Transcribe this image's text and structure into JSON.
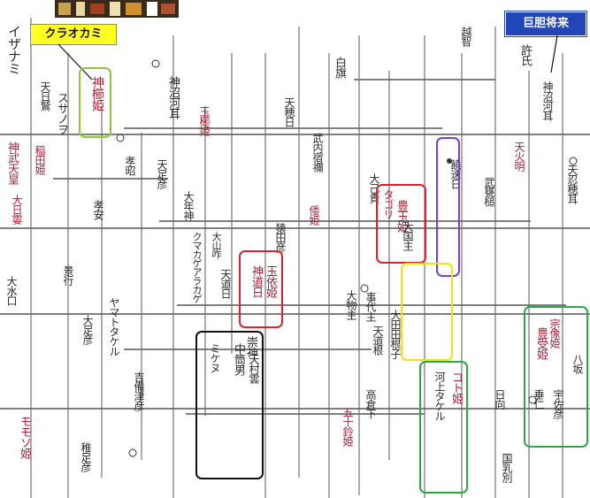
{
  "tags": {
    "left_label": "クラオカミ",
    "right_label": "巨胆将来"
  },
  "colors": {
    "callout_yellow": "#ffff22",
    "callout_blue": "#2245b8",
    "box_green": "#8cc63f",
    "box_red": "#e0202a",
    "box_purple": "#7a3ec8",
    "box_yellow": "#f2e21a",
    "box_black": "#111111",
    "box_dark_green": "#2aa84a",
    "ink_dark": "#2a2a2a",
    "ink_red": "#b0203a"
  },
  "names": [
    {
      "id": "n1",
      "text": "イザナミ",
      "cls": "dark"
    },
    {
      "id": "n2",
      "text": "神櫛姫",
      "cls": "red"
    },
    {
      "id": "n3",
      "text": "天日鷲",
      "cls": "dark"
    },
    {
      "id": "n4",
      "text": "スサノヲ",
      "cls": "dark"
    },
    {
      "id": "n5",
      "text": "神武天皇",
      "cls": "red"
    },
    {
      "id": "n6",
      "text": "稲田姫",
      "cls": "red"
    },
    {
      "id": "n7",
      "text": "大日孁",
      "cls": "red"
    },
    {
      "id": "n8",
      "text": "神沼河耳",
      "cls": "dark"
    },
    {
      "id": "n9",
      "text": "孝昭",
      "cls": "dark"
    },
    {
      "id": "n10",
      "text": "孝安",
      "cls": "dark"
    },
    {
      "id": "n11",
      "text": "天足彦",
      "cls": "dark"
    },
    {
      "id": "n12",
      "text": "玉櫛姫",
      "cls": "red"
    },
    {
      "id": "n13",
      "text": "大年神",
      "cls": "dark"
    },
    {
      "id": "n14",
      "text": "クマカゲアラカゲ",
      "cls": "dark"
    },
    {
      "id": "n15",
      "text": "大山咋",
      "cls": "dark"
    },
    {
      "id": "n16",
      "text": "天道日",
      "cls": "dark"
    },
    {
      "id": "n17",
      "text": "神道日",
      "cls": "red"
    },
    {
      "id": "n18",
      "text": "玉依姫",
      "cls": "red"
    },
    {
      "id": "n19",
      "text": "豊玉姫",
      "cls": "red"
    },
    {
      "id": "n20",
      "text": "大己貴",
      "cls": "dark"
    },
    {
      "id": "n21",
      "text": "タゴリ",
      "cls": "red"
    },
    {
      "id": "n22",
      "text": "事代主",
      "cls": "dark"
    },
    {
      "id": "n23",
      "text": "大物主",
      "cls": "dark"
    },
    {
      "id": "n24",
      "text": "白旗",
      "cls": "dark"
    },
    {
      "id": "n25",
      "text": "越智",
      "cls": "dark"
    },
    {
      "id": "n26",
      "text": "許氏",
      "cls": "dark"
    },
    {
      "id": "n27",
      "text": "神沼河耳",
      "cls": "dark"
    },
    {
      "id": "n28",
      "text": "天忍穂耳",
      "cls": "dark"
    },
    {
      "id": "n29",
      "text": "天火明",
      "cls": "red"
    },
    {
      "id": "n30",
      "text": "大田田根子",
      "cls": "dark"
    },
    {
      "id": "n31",
      "text": "ミケヌ",
      "cls": "dark"
    },
    {
      "id": "n32",
      "text": "中筒男",
      "cls": "dark"
    },
    {
      "id": "n33",
      "text": "天村雲",
      "cls": "dark"
    },
    {
      "id": "n34",
      "text": "猿田彦",
      "cls": "dark"
    },
    {
      "id": "n35",
      "text": "武内宿禰",
      "cls": "dark"
    },
    {
      "id": "n36",
      "text": "倭姫",
      "cls": "red"
    },
    {
      "id": "n37",
      "text": "崇神",
      "cls": "dark"
    },
    {
      "id": "n38",
      "text": "垂仁",
      "cls": "dark"
    },
    {
      "id": "n39",
      "text": "景行",
      "cls": "dark"
    },
    {
      "id": "n40",
      "text": "ヤマトタケル",
      "cls": "dark"
    },
    {
      "id": "n41",
      "text": "宇佐彦",
      "cls": "dark"
    },
    {
      "id": "n42",
      "text": "豊受姫",
      "cls": "red"
    },
    {
      "id": "n43",
      "text": "宗像姫",
      "cls": "red"
    },
    {
      "id": "n44",
      "text": "大足彦",
      "cls": "dark"
    },
    {
      "id": "n45",
      "text": "八坂",
      "cls": "dark"
    },
    {
      "id": "n46",
      "text": "コト姫",
      "cls": "red"
    },
    {
      "id": "n47",
      "text": "河上タケル",
      "cls": "dark"
    },
    {
      "id": "n48",
      "text": "高倉下",
      "cls": "dark"
    },
    {
      "id": "n49",
      "text": "五十鈴姫",
      "cls": "red"
    },
    {
      "id": "n50",
      "text": "モモソ姫",
      "cls": "red"
    },
    {
      "id": "n51",
      "text": "稚足彦",
      "cls": "dark"
    },
    {
      "id": "n52",
      "text": "日向",
      "cls": "dark"
    },
    {
      "id": "n53",
      "text": "国乳別",
      "cls": "dark"
    },
    {
      "id": "n54",
      "text": "吉備津彦",
      "cls": "dark"
    },
    {
      "id": "n55",
      "text": "大水口",
      "cls": "dark"
    },
    {
      "id": "n56",
      "text": "大国主",
      "cls": "dark"
    },
    {
      "id": "n57",
      "text": "武甕槌",
      "cls": "dark"
    },
    {
      "id": "n58",
      "text": "天道根",
      "cls": "dark"
    },
    {
      "id": "n59",
      "text": "天穂日",
      "cls": "dark"
    },
    {
      "id": "n60",
      "text": "饒速日",
      "cls": "dark"
    }
  ]
}
